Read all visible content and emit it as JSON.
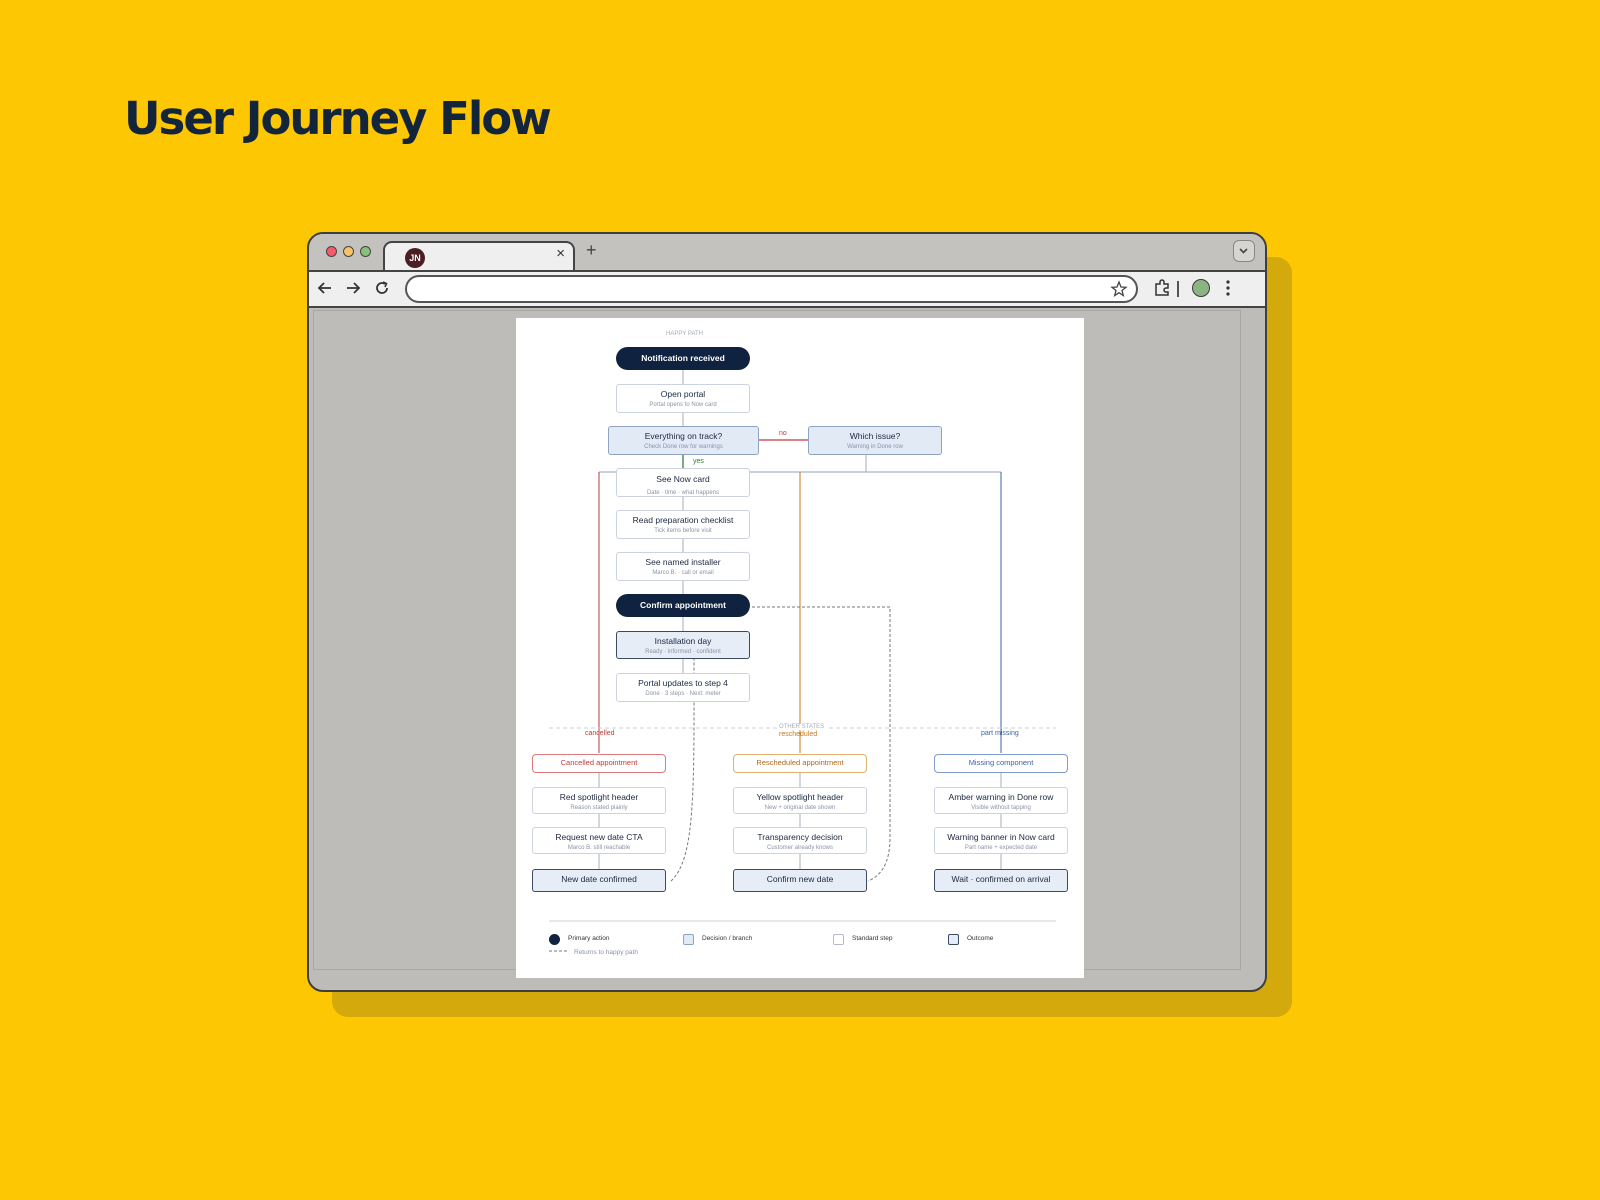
{
  "page": {
    "headline": "User Journey Flow"
  },
  "browser": {
    "favicon_text": "JN",
    "close_glyph": "×",
    "newtab_glyph": "+",
    "url": "",
    "icons": [
      "back-arrow-icon",
      "forward-arrow-icon",
      "reload-icon",
      "star-icon",
      "puzzle-extension-icon",
      "kebab-menu-icon",
      "tab-list-chevron-icon"
    ]
  },
  "diagram": {
    "happy_path_label": "HAPPY PATH",
    "other_states_label": "OTHER STATES",
    "colors": {
      "primary": "#0F2340",
      "red": "#C23A3A",
      "amber": "#C47A1E",
      "blue": "#3E63A6",
      "green": "#2E7D32"
    },
    "notification": "Notification received",
    "open_portal": {
      "title": "Open portal",
      "sub": "Portal opens to Now card"
    },
    "on_track": {
      "title": "Everything on track?",
      "sub": "Check Done row for warnings"
    },
    "which_issue": {
      "title": "Which issue?",
      "sub": "Warning in Done row"
    },
    "edge_no": "no",
    "edge_yes": "yes",
    "now_card": {
      "title": "See Now card",
      "sub": "Date · time · what happens"
    },
    "checklist": {
      "title": "Read preparation checklist",
      "sub": "Tick items before visit"
    },
    "installer": {
      "title": "See named installer",
      "sub": "Marco B. · call or email"
    },
    "confirm": "Confirm appointment",
    "install_day": {
      "title": "Installation day",
      "sub": "Ready · informed · confident"
    },
    "portal_updates": {
      "title": "Portal updates to step 4",
      "sub": "Done · 3 steps · Next: meter"
    },
    "branches": {
      "cancelled": {
        "edge": "cancelled",
        "header": "Cancelled appointment",
        "s1": {
          "title": "Red spotlight header",
          "sub": "Reason stated plainly"
        },
        "s2": {
          "title": "Request new date CTA",
          "sub": "Marco B. still reachable"
        },
        "outcome": "New date confirmed"
      },
      "rescheduled": {
        "edge": "rescheduled",
        "header": "Rescheduled appointment",
        "s1": {
          "title": "Yellow spotlight header",
          "sub": "New + original date shown"
        },
        "s2": {
          "title": "Transparency decision",
          "sub": "Customer already knows"
        },
        "outcome": "Confirm new date"
      },
      "missing": {
        "edge": "part missing",
        "header": "Missing component",
        "s1": {
          "title": "Amber warning in Done row",
          "sub": "Visible without tapping"
        },
        "s2": {
          "title": "Warning banner in Now card",
          "sub": "Part name + expected date"
        },
        "outcome": "Wait · confirmed on arrival"
      }
    },
    "legend": {
      "primary": "Primary action",
      "decision": "Decision / branch",
      "standard": "Standard step",
      "outcome": "Outcome",
      "returns": "Returns to happy path"
    }
  }
}
